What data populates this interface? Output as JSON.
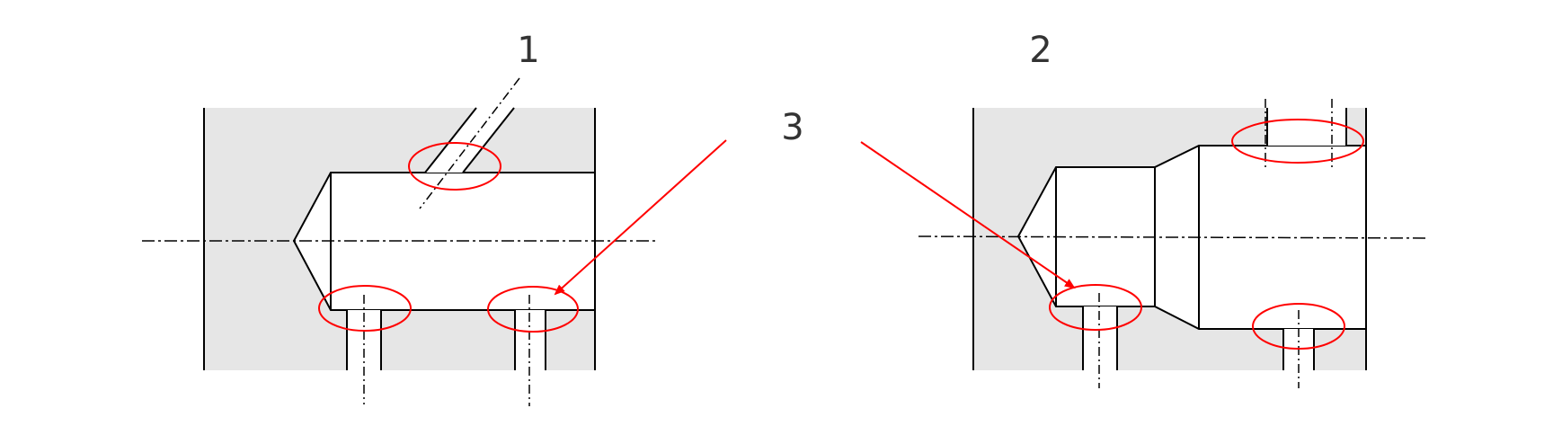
{
  "labels": {
    "part_1": "1",
    "part_2": "2",
    "callout_3": "3"
  },
  "colors": {
    "block_fill": "#e6e6e6",
    "line": "#000000",
    "highlight": "#ff0000",
    "text": "#333333"
  }
}
